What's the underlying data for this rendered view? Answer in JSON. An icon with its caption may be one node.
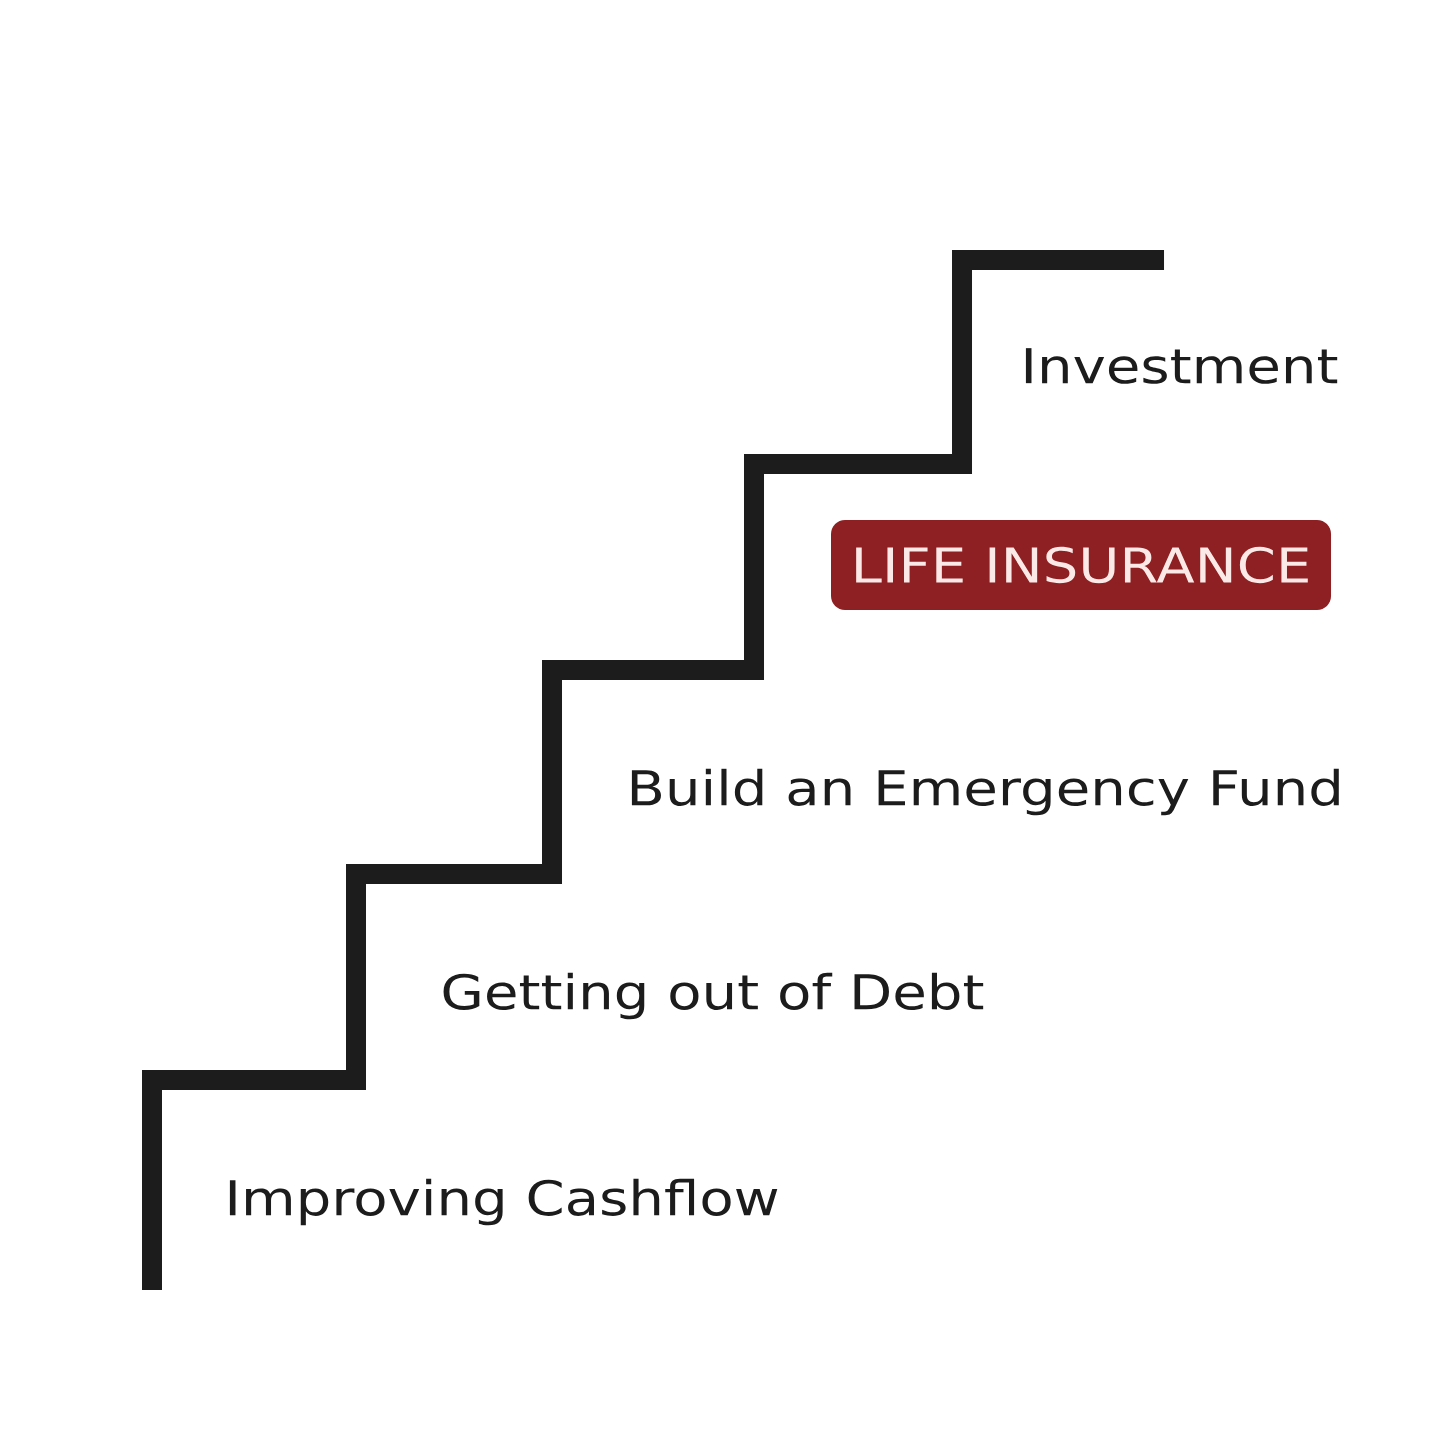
{
  "diagram": {
    "nodes": [
      {
        "text": [
          "LIFE INSURANCE"
        ]
      }
    ],
    "labels": [
      "Investment",
      "Build an Emergency Fund",
      "Getting out of Debt",
      "Improving Cashflow"
    ]
  }
}
